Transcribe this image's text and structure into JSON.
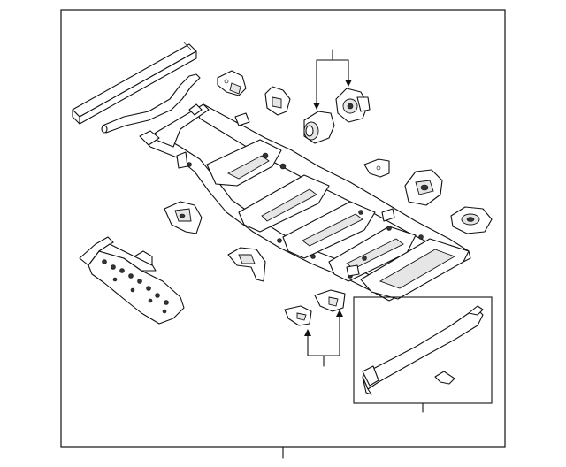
{
  "diagram": {
    "parts": [
      {
        "id": "frame-rail-left-top"
      },
      {
        "id": "tube-crossmember"
      },
      {
        "id": "bracket-small-top"
      },
      {
        "id": "mount-bracket-curled"
      },
      {
        "id": "motor-mount-left"
      },
      {
        "id": "motor-mount-right"
      },
      {
        "id": "main-frame"
      },
      {
        "id": "bracket-right-upper"
      },
      {
        "id": "bracket-right-mid"
      },
      {
        "id": "bracket-right-lower"
      },
      {
        "id": "bracket-left-mid"
      },
      {
        "id": "side-rail-left"
      },
      {
        "id": "bracket-center-lower"
      },
      {
        "id": "bracket-pair-bottom"
      },
      {
        "id": "inset-crossmember"
      }
    ]
  }
}
